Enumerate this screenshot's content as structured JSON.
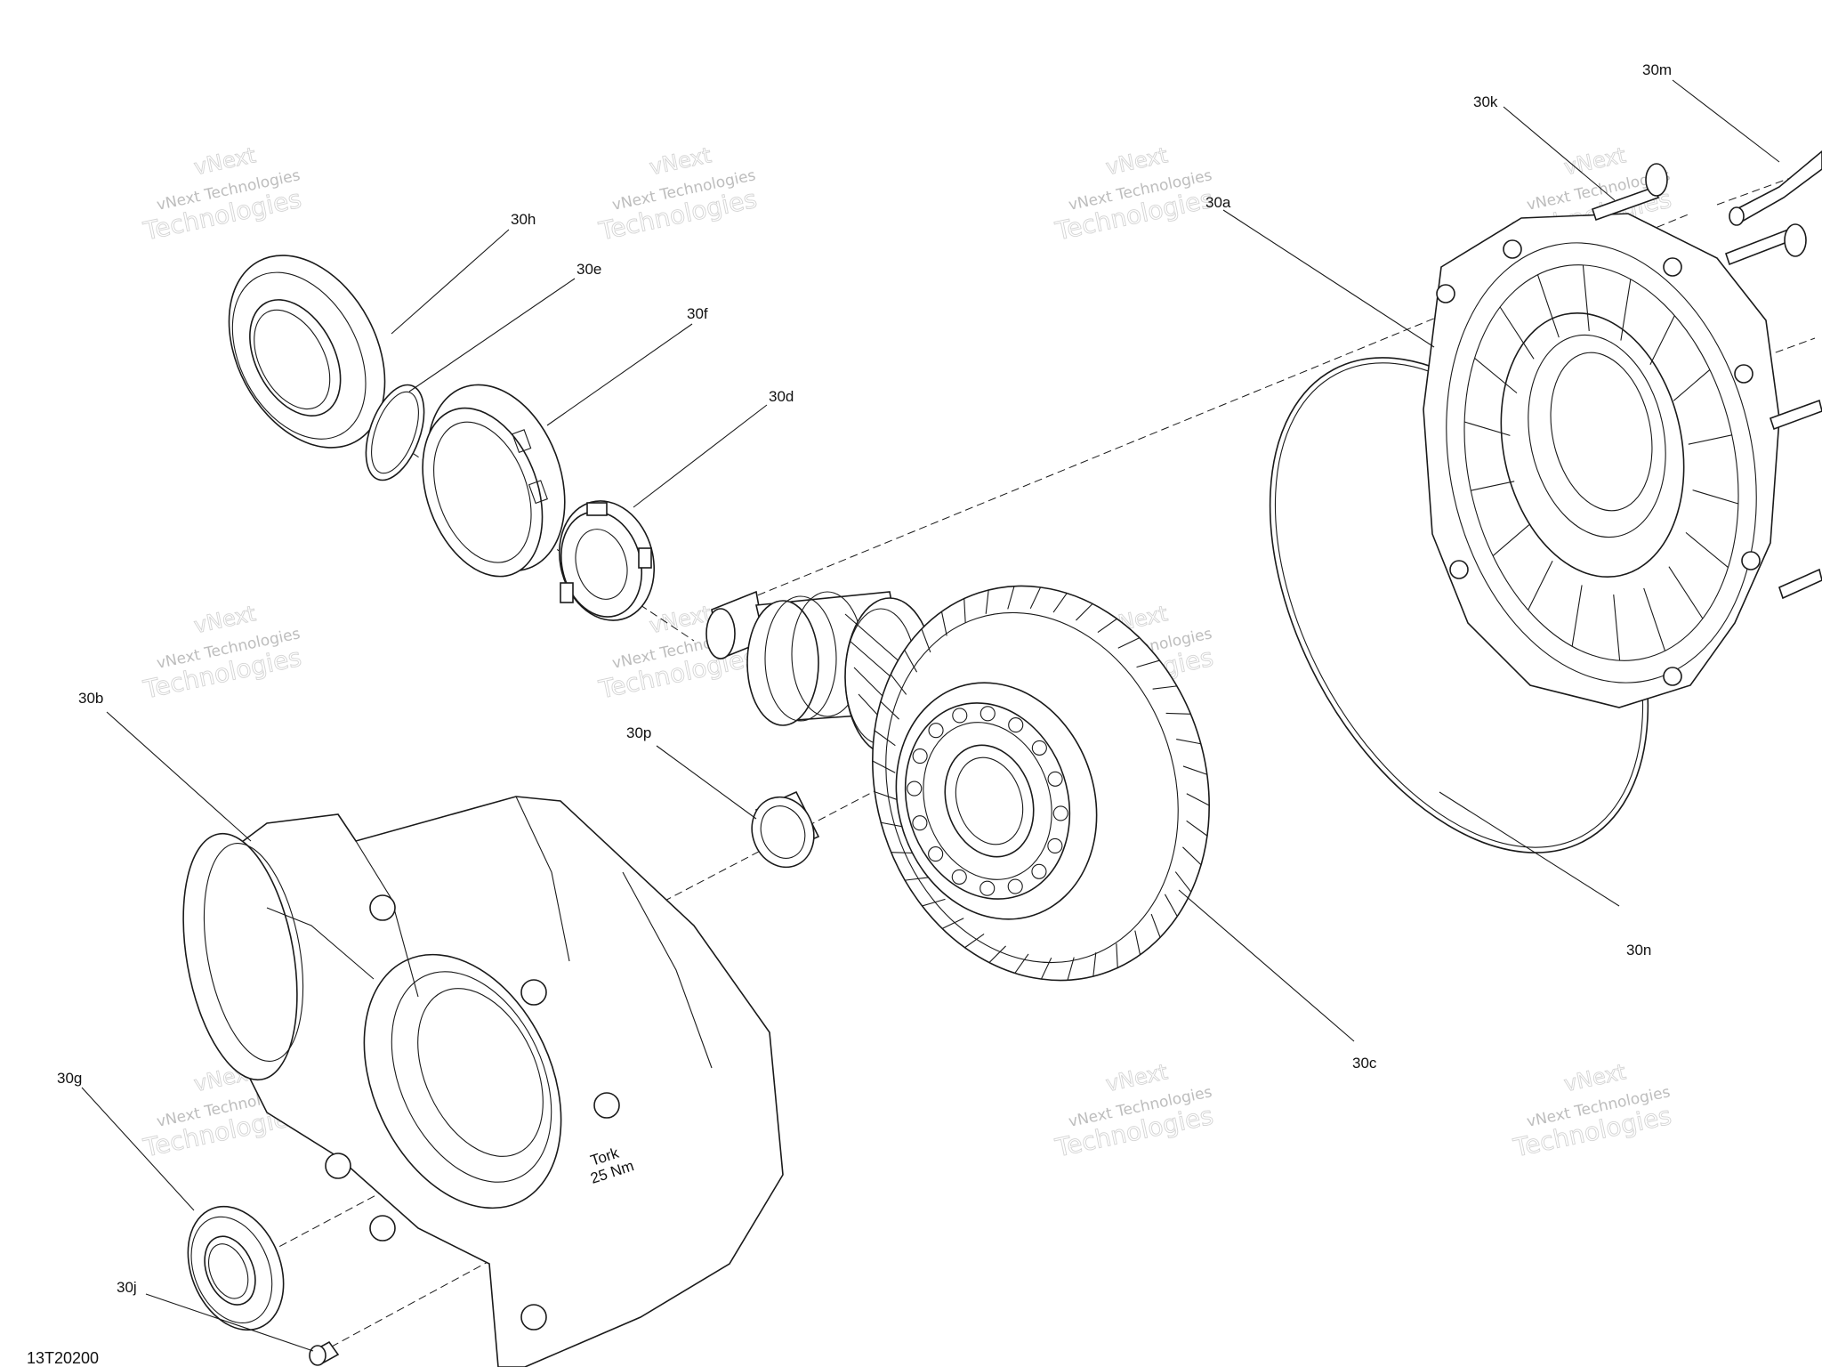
{
  "diagram": {
    "id": "13T20200",
    "watermark": {
      "line1": "vNext",
      "line2": "vNext Technologies",
      "line3": "Technologies"
    },
    "callouts": [
      {
        "label": "30h"
      },
      {
        "label": "30e"
      },
      {
        "label": "30f"
      },
      {
        "label": "30d"
      },
      {
        "label": "30a"
      },
      {
        "label": "30k"
      },
      {
        "label": "30m"
      },
      {
        "label": "30b"
      },
      {
        "label": "30p"
      },
      {
        "label": "30n"
      },
      {
        "label": "30c"
      },
      {
        "label": "30g"
      },
      {
        "label": "30j"
      }
    ],
    "housing_stamp": {
      "line1": "Tork",
      "line2": "25 Nm"
    }
  }
}
